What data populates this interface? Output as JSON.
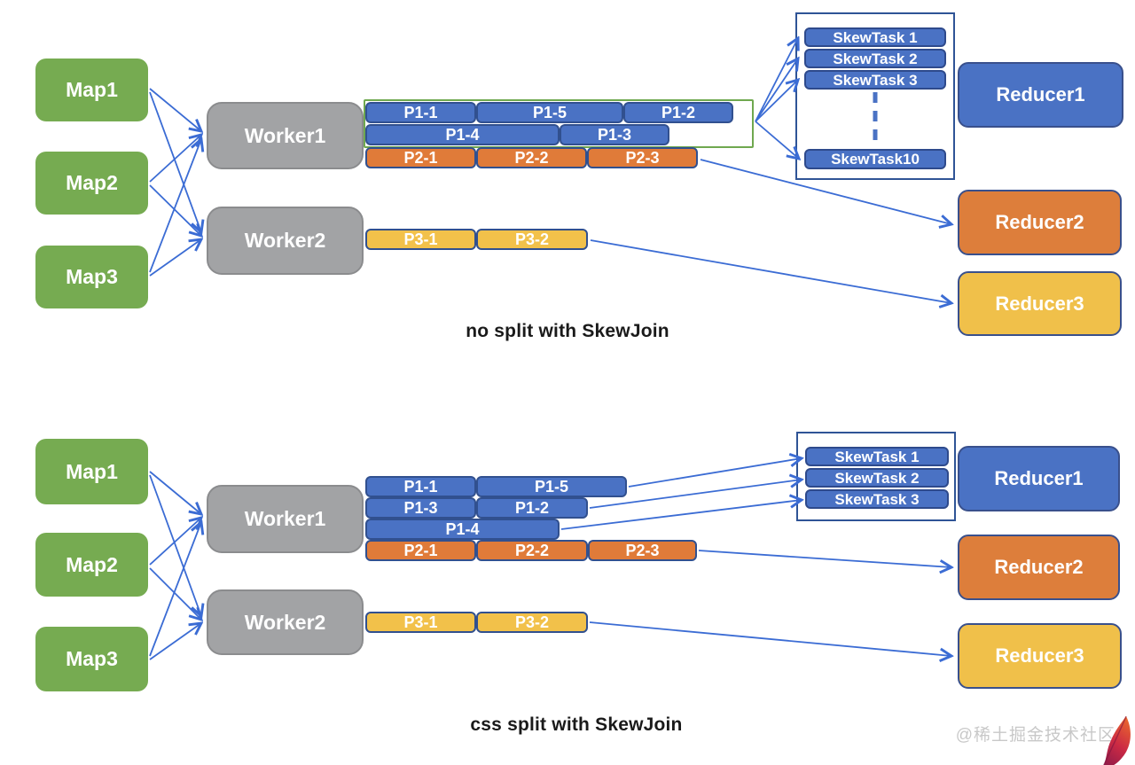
{
  "colors": {
    "map_green": "#76AB51",
    "worker_gray": "#A2A3A5",
    "partition_blue": "#4A72C4",
    "partition_orange": "#E07B39",
    "partition_yellow": "#F2C14A",
    "reducer_blue": "#4A72C4",
    "reducer_orange": "#DD7E3B",
    "reducer_yellow": "#F0C04A",
    "arrow_blue": "#3B6CD4",
    "skew_box_border": "#2F5496",
    "green_outline": "#6FA84F",
    "caption_text": "#1A1A1A",
    "watermark_gray": "#C8C8C8"
  },
  "top": {
    "caption": "no split with SkewJoin",
    "maps": [
      "Map1",
      "Map2",
      "Map3"
    ],
    "workers": [
      "Worker1",
      "Worker2"
    ],
    "p1_row1": [
      "P1-1",
      "P1-5",
      "P1-2"
    ],
    "p1_row2": [
      "P1-4",
      "P1-3"
    ],
    "p2_row": [
      "P2-1",
      "P2-2",
      "P2-3"
    ],
    "p3_row": [
      "P3-1",
      "P3-2"
    ],
    "skew_tasks": [
      "SkewTask 1",
      "SkewTask 2",
      "SkewTask 3",
      "SkewTask10"
    ],
    "reducers": [
      "Reducer1",
      "Reducer2",
      "Reducer3"
    ]
  },
  "bottom": {
    "caption": "css split with SkewJoin",
    "maps": [
      "Map1",
      "Map2",
      "Map3"
    ],
    "workers": [
      "Worker1",
      "Worker2"
    ],
    "p1_row1": [
      "P1-1",
      "P1-5"
    ],
    "p1_row2": [
      "P1-3",
      "P1-2"
    ],
    "p1_row3": [
      "P1-4"
    ],
    "p2_row": [
      "P2-1",
      "P2-2",
      "P2-3"
    ],
    "p3_row": [
      "P3-1",
      "P3-2"
    ],
    "skew_tasks": [
      "SkewTask 1",
      "SkewTask 2",
      "SkewTask 3"
    ],
    "reducers": [
      "Reducer1",
      "Reducer2",
      "Reducer3"
    ]
  },
  "watermark": "@稀土掘金技术社区"
}
